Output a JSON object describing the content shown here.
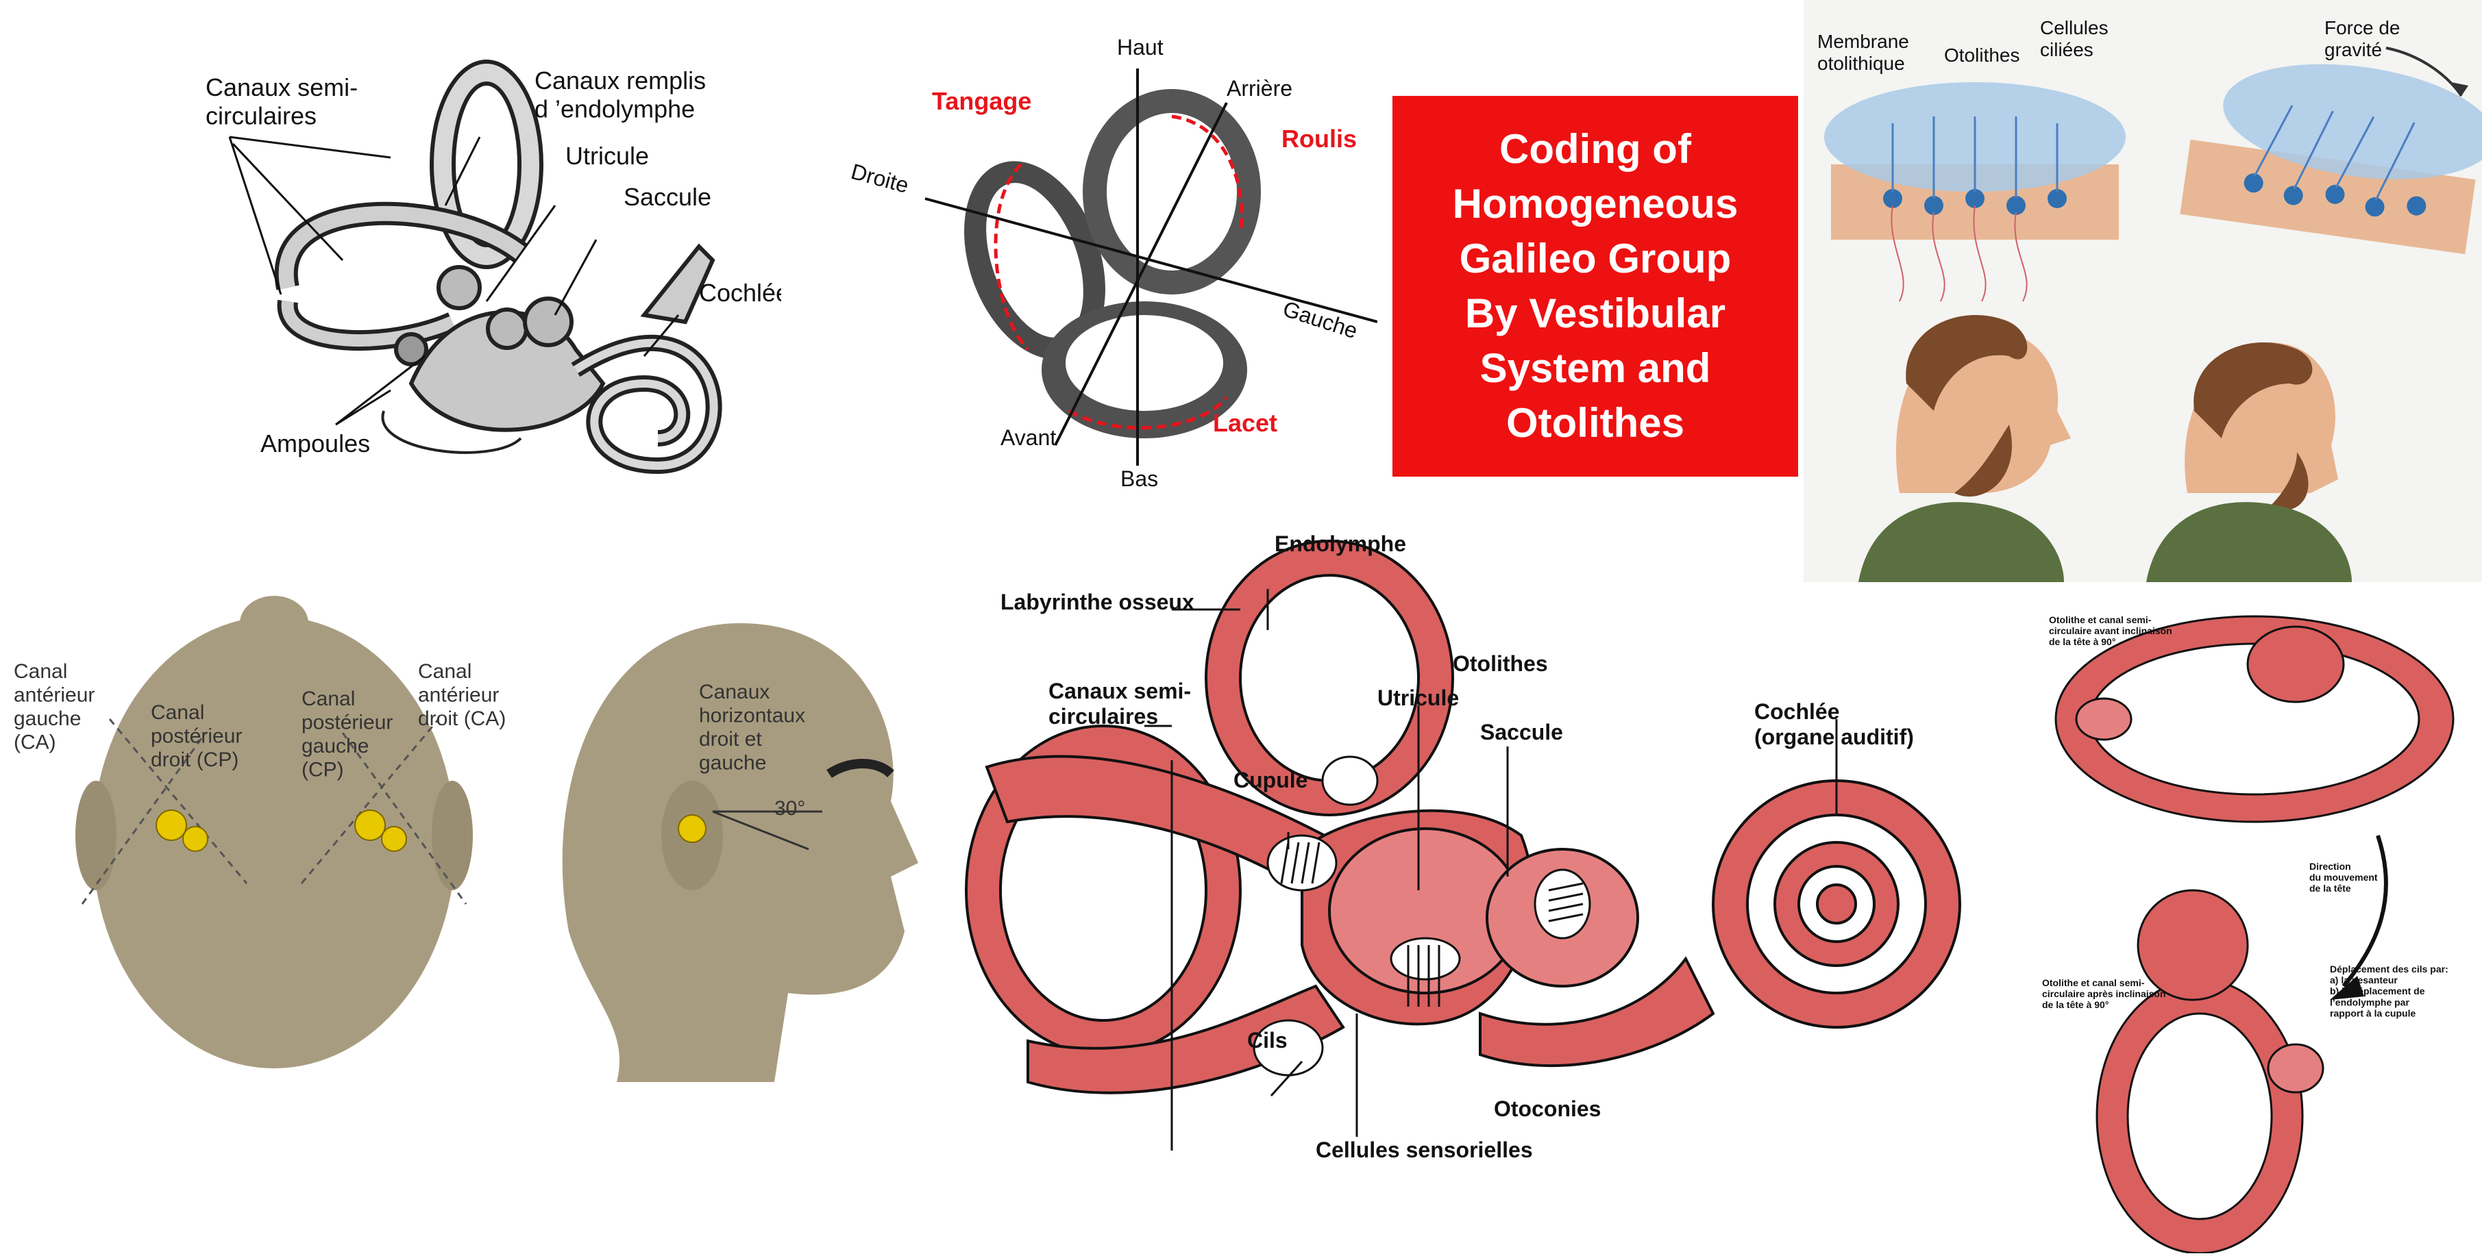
{
  "title": "Coding of\nHomogeneous\nGalileo Group\nBy Vestibular\nSystem and\nOtolithes",
  "colors": {
    "title_bg": "#ee1111",
    "labyrinth_red": "#d9605f",
    "labyrinth_dark": "#c24646",
    "label_red": "#e8141c",
    "ring_gray": "#5a5a5a",
    "skin": "#a89c80"
  },
  "ear_diagram": {
    "canaux_semi": "Canaux semi-\ncirculaires",
    "canaux_remplis": "Canaux remplis\nd ’endolymphe",
    "utricule": "Utricule",
    "saccule": "Saccule",
    "cochlee": "Cochlée",
    "ampoules": "Ampoules"
  },
  "rotation_diagram": {
    "haut": "Haut",
    "arriere": "Arrière",
    "tangage": "Tangage",
    "roulis": "Roulis",
    "droite": "Droite",
    "gauche": "Gauche",
    "avant": "Avant",
    "bas": "Bas",
    "lacet": "Lacet"
  },
  "otolith_diagram": {
    "membrane": "Membrane\notolithique",
    "otolithes": "Otolithes",
    "cellules": "Cellules\nciliées",
    "force": "Force de\ngravité"
  },
  "head_diagram": {
    "canal_ant_gauche": "Canal\nantérieur\ngauche\n(CA)",
    "canal_post_droit": "Canal\npostérieur\ndroit (CP)",
    "canal_post_gauche": "Canal\npostérieur\ngauche\n(CP)",
    "canal_ant_droit": "Canal\nantérieur\ndroit (CA)",
    "canaux_horiz": "Canaux\nhorizontaux\ndroit et\ngauche",
    "angle": "30°"
  },
  "labyrinth_diagram": {
    "endolymphe": "Endolymphe",
    "labyrinthe_osseux": "Labyrinthe osseux",
    "otolithes": "Otolithes",
    "canaux_semi": "Canaux semi-\ncirculaires",
    "utricule": "Utricule",
    "saccule": "Saccule",
    "cochlee": "Cochlée\n(organe auditif)",
    "cupule": "Cupule",
    "cils": "Cils",
    "otoconies": "Otoconies",
    "cellules_sensorielles": "Cellules sensorielles"
  },
  "canal_diagram": {
    "top_note": "Otolithe et canal semi-\ncirculaire avant inclinaison\nde la tête à 90°",
    "direction_note": "Direction\ndu mouvement\nde la tête",
    "bottom_note": "Otolithe et canal semi-\ncirculaire après inclinaison\nde la tête à 90°",
    "deplacement_note": "Déplacement des cils par:\na) la pesanteur\nb) le déplacement de\nl’endolymphe par\nrapport à la cupule"
  }
}
